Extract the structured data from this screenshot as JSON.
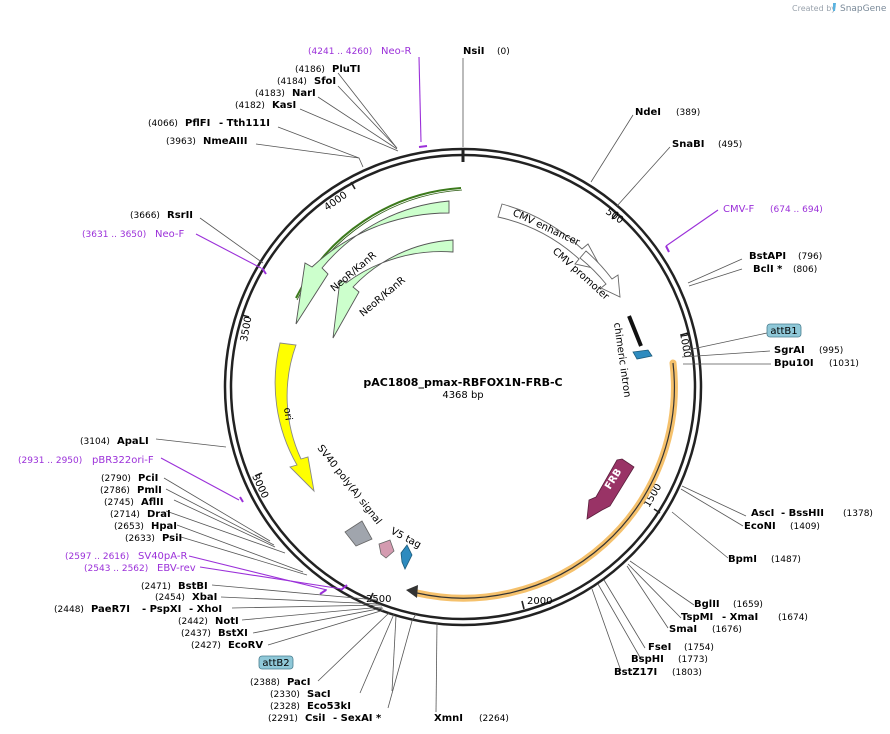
{
  "brand": {
    "created_by": "Created by",
    "name": "SnapGene"
  },
  "plasmid": {
    "name": "pAC1808_pmax-RBFOX1N-FRB-C",
    "length": "4368 bp"
  },
  "ticks": [
    "500",
    "1000",
    "1500",
    "2000",
    "2500",
    "3000",
    "3500",
    "4000"
  ],
  "features": {
    "cmv_enhancer": "CMV enhancer",
    "cmv_promoter": "CMV promoter",
    "chimeric_intron": "chimeric intron",
    "frb": "FRB",
    "neo1": "NeoR/KanR",
    "neo2": "NeoR/KanR",
    "ori": "ori",
    "sv40": "SV40 poly(A) signal",
    "v5": "V5 tag"
  },
  "boxes": {
    "attb1": "attB1",
    "attb2": "attB2"
  },
  "sites": {
    "nsii": {
      "name": "NsiI",
      "pos": "(0)"
    },
    "ndei": {
      "name": "NdeI",
      "pos": "(389)"
    },
    "snabi": {
      "name": "SnaBI",
      "pos": "(495)"
    },
    "bstapi": {
      "name": "BstAPI",
      "pos": "(796)"
    },
    "bcli": {
      "name": "BclI *",
      "pos": "(806)"
    },
    "sgrai": {
      "name": "SgrAI",
      "pos": "(995)"
    },
    "bpu10i": {
      "name": "Bpu10I",
      "pos": "(1031)"
    },
    "asci": {
      "name": "AscI",
      "name2": "- BssHII",
      "pos": "(1378)"
    },
    "econi": {
      "name": "EcoNI",
      "pos": "(1409)"
    },
    "bpmi": {
      "name": "BpmI",
      "pos": "(1487)"
    },
    "bglii": {
      "name": "BglII",
      "pos": "(1659)"
    },
    "tspmi": {
      "name": "TspMI",
      "name2": "- XmaI",
      "pos": "(1674)"
    },
    "smai": {
      "name": "SmaI",
      "pos": "(1676)"
    },
    "fsei": {
      "name": "FseI",
      "pos": "(1754)"
    },
    "bsphi": {
      "name": "BspHI",
      "pos": "(1773)"
    },
    "bstz17i": {
      "name": "BstZ17I",
      "pos": "(1803)"
    },
    "xmni": {
      "name": "XmnI",
      "pos": "(2264)"
    },
    "csii": {
      "name": "CsiI",
      "name2": "- SexAI *",
      "pos": "(2291)"
    },
    "eco53ki": {
      "name": "Eco53kI",
      "pos": "(2328)"
    },
    "saci": {
      "name": "SacI",
      "pos": "(2330)"
    },
    "paci": {
      "name": "PacI",
      "pos": "(2388)"
    },
    "ecorv": {
      "name": "EcoRV",
      "pos": "(2427)"
    },
    "bstxi": {
      "name": "BstXI",
      "pos": "(2437)"
    },
    "noti": {
      "name": "NotI",
      "pos": "(2442)"
    },
    "paer7i": {
      "name": "PaeR7I",
      "name2": "- PspXI",
      "name3": "- XhoI",
      "pos": "(2448)"
    },
    "xbai": {
      "name": "XbaI",
      "pos": "(2454)"
    },
    "bstbi": {
      "name": "BstBI",
      "pos": "(2471)"
    },
    "psii": {
      "name": "PsiI",
      "pos": "(2633)"
    },
    "hpai": {
      "name": "HpaI",
      "pos": "(2653)"
    },
    "drai": {
      "name": "DraI",
      "pos": "(2714)"
    },
    "aflii": {
      "name": "AflII",
      "pos": "(2745)"
    },
    "pmli": {
      "name": "PmlI",
      "pos": "(2786)"
    },
    "pcii": {
      "name": "PciI",
      "pos": "(2790)"
    },
    "apali": {
      "name": "ApaLI",
      "pos": "(3104)"
    },
    "rsrii": {
      "name": "RsrII",
      "pos": "(3666)"
    },
    "nmeaiii": {
      "name": "NmeAIII",
      "pos": "(3963)"
    },
    "pflfi": {
      "name": "PflFI",
      "name2": "- Tth111I",
      "pos": "(4066)"
    },
    "kasi": {
      "name": "KasI",
      "pos": "(4182)"
    },
    "nari": {
      "name": "NarI",
      "pos": "(4183)"
    },
    "sfoi": {
      "name": "SfoI",
      "pos": "(4184)"
    },
    "pluti": {
      "name": "PluTI",
      "pos": "(4186)"
    }
  },
  "primers": {
    "neo_r": {
      "range": "(4241 .. 4260)",
      "name": "Neo-R"
    },
    "cmv_f": {
      "name": "CMV-F",
      "range": "(674 .. 694)"
    },
    "neo_f": {
      "range": "(3631 .. 3650)",
      "name": "Neo-F"
    },
    "pbr322": {
      "range": "(2931 .. 2950)",
      "name": "pBR322ori-F"
    },
    "sv40pa_r": {
      "range": "(2597 .. 2616)",
      "name": "SV40pA-R"
    },
    "ebv_rev": {
      "range": "(2543 .. 2562)",
      "name": "EBV-rev"
    }
  },
  "colors": {
    "backbone": "#222222",
    "primer": "#9b30d9",
    "neo_fill": "#ccffcc",
    "ori_fill": "#ffff00",
    "frb_fill": "#993366",
    "orf_outline": "#f5c16c",
    "attb_fill": "#8fc8d8",
    "sv40_fill": "#a0a5ad",
    "v5_fill": "#2e8bbf"
  }
}
